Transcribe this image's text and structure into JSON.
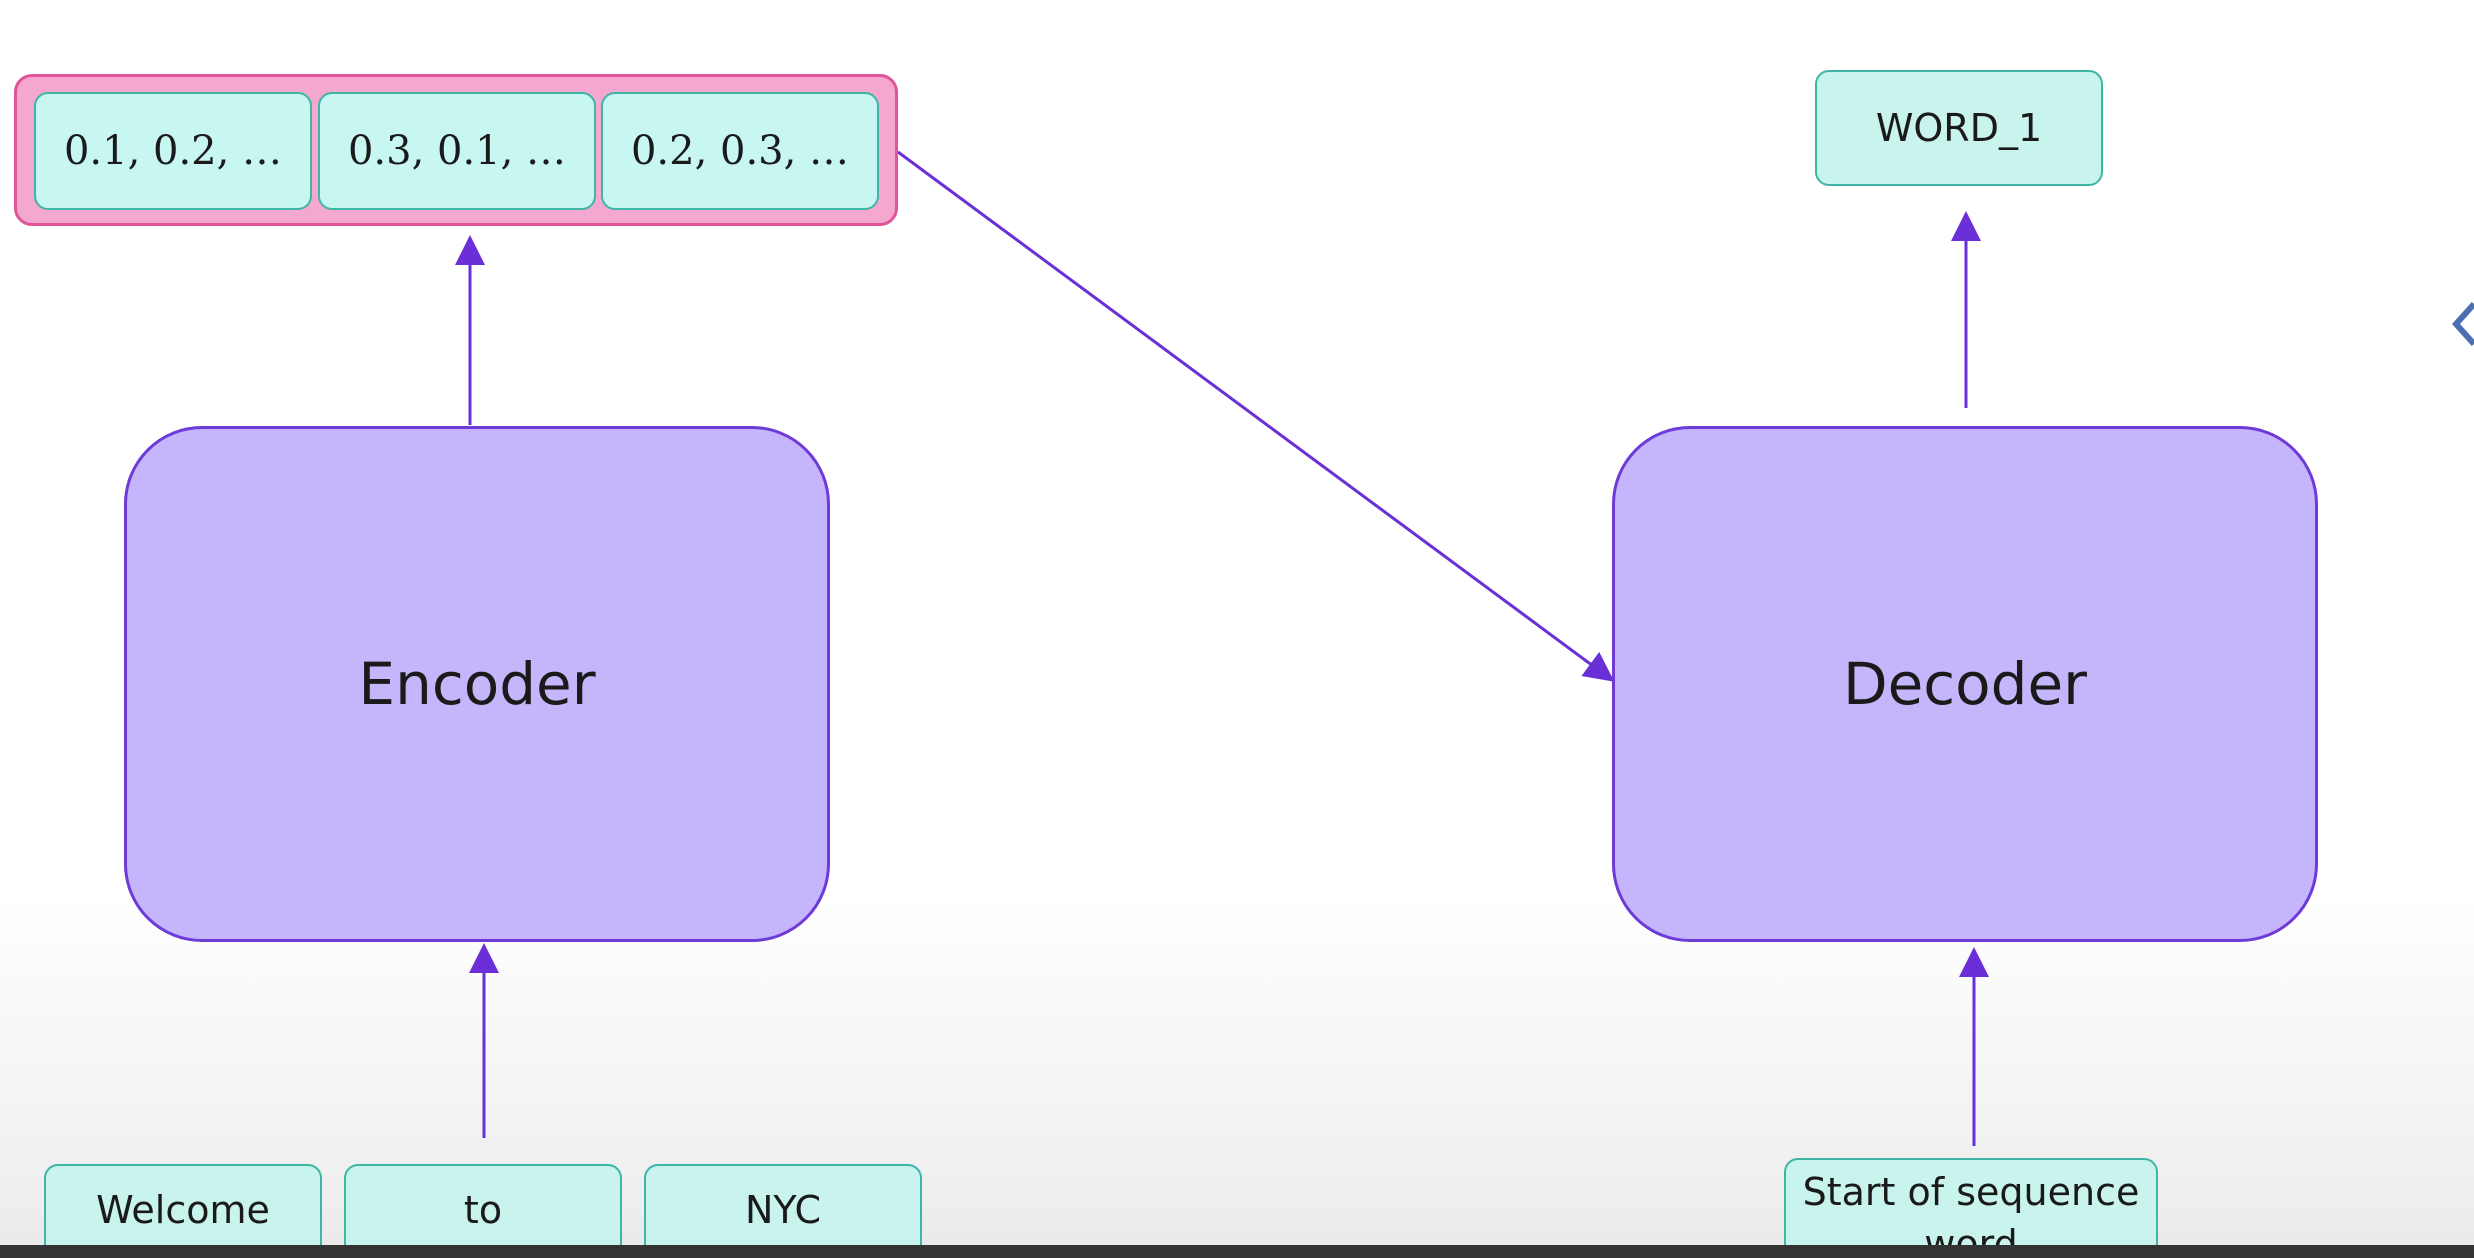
{
  "embeddings": [
    "0.1, 0.2, …",
    "0.3, 0.1, …",
    "0.2, 0.3, …"
  ],
  "encoder": {
    "label": "Encoder"
  },
  "decoder": {
    "label": "Decoder"
  },
  "output": {
    "label": "WORD_1"
  },
  "inputs": [
    "Welcome",
    "to",
    "NYC"
  ],
  "start_token": {
    "label": "Start of sequence word"
  },
  "colors": {
    "block_fill": "#c5b6fb",
    "block_border": "#6f3bd6",
    "token_fill": "#c9f3ed",
    "token_border": "#3fb5a6",
    "container_fill": "#f5a8cf",
    "container_border": "#e0559a",
    "arrow": "#6a2fd6"
  }
}
